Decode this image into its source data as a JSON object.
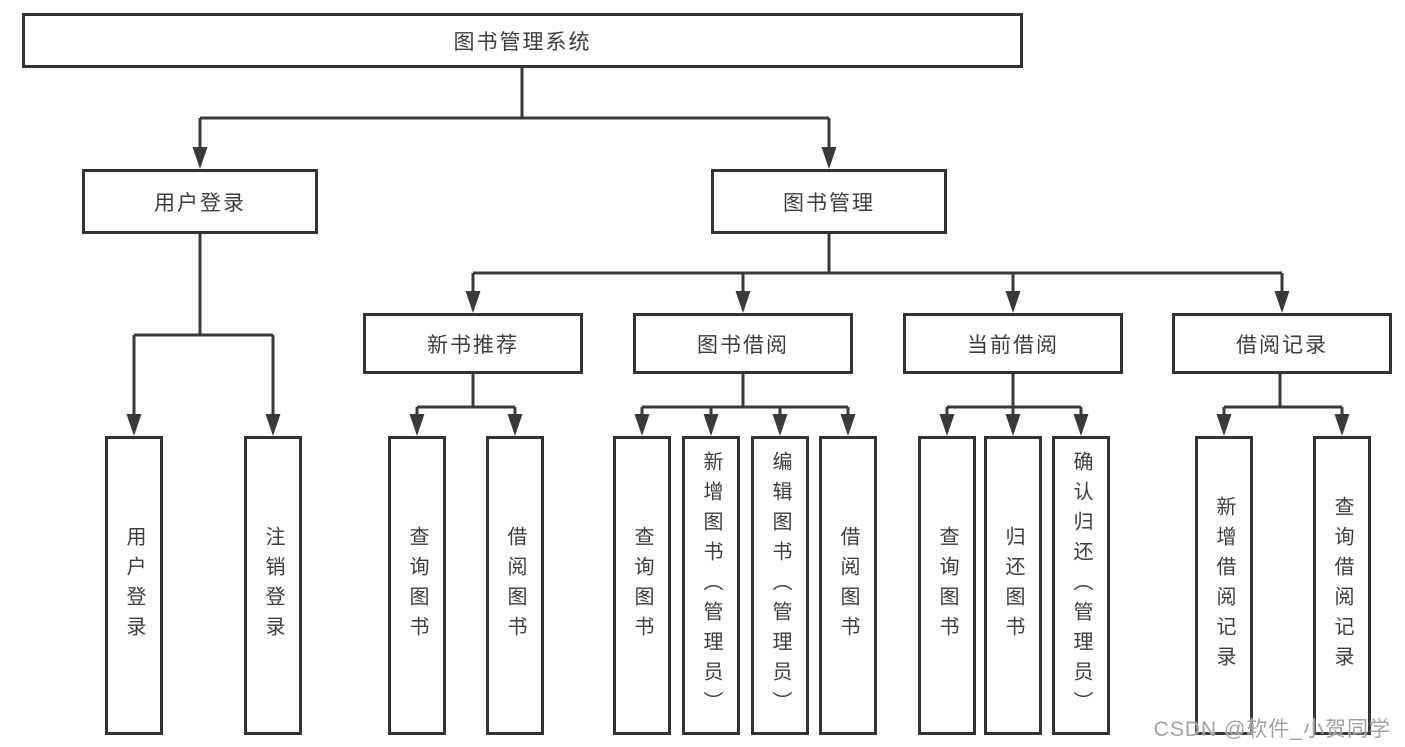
{
  "diagram": {
    "root": {
      "label": "图书管理系统"
    },
    "branches": [
      {
        "label": "用户登录",
        "children": [
          {
            "label": "用户登录"
          },
          {
            "label": "注销登录"
          }
        ]
      },
      {
        "label": "图书管理",
        "children": [
          {
            "label": "新书推荐",
            "children": [
              {
                "label": "查询图书"
              },
              {
                "label": "借阅图书"
              }
            ]
          },
          {
            "label": "图书借阅",
            "children": [
              {
                "label": "查询图书"
              },
              {
                "label": "新增图书（管理员）"
              },
              {
                "label": "编辑图书（管理员）"
              },
              {
                "label": "借阅图书"
              }
            ]
          },
          {
            "label": "当前借阅",
            "children": [
              {
                "label": "查询图书"
              },
              {
                "label": "归还图书"
              },
              {
                "label": "确认归还（管理员）"
              }
            ]
          },
          {
            "label": "借阅记录",
            "children": [
              {
                "label": "新增借阅记录"
              },
              {
                "label": "查询借阅记录"
              }
            ]
          }
        ]
      }
    ]
  },
  "watermark": {
    "text": "CSDN @软件_小贺同学"
  },
  "colors": {
    "line": "#3a3a3a",
    "box_border": "#333333",
    "text": "#3d3d3d",
    "background": "#ffffff",
    "watermark": "#a5a2a2"
  }
}
